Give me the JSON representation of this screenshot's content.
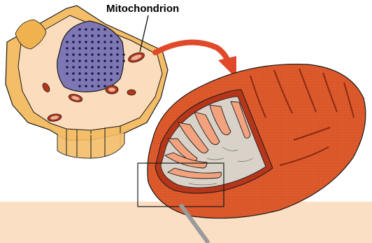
{
  "diagram": {
    "title_label": "Mitochondrion"
  },
  "colors": {
    "background": "#ffffff",
    "bottom_band": "#fadfc4",
    "cell_fill": "#fbdcbc",
    "cell_wall": "#f4bd67",
    "cell_outline": "#1a1a1a",
    "nucleus": "#7d78b5",
    "nucleus_dot": "#1e1a44",
    "mito_outer": "#de5a2c",
    "mito_dark": "#b5361a",
    "mito_inner": "#d9d2c9",
    "cristae": "#f3a27e",
    "arrow": "#e04a2a",
    "pointer_line": "#9a9a9a"
  },
  "icons": [
    "cell-cutaway",
    "nucleus",
    "mitochondrion-3d",
    "curved-arrow",
    "zoom-box"
  ]
}
